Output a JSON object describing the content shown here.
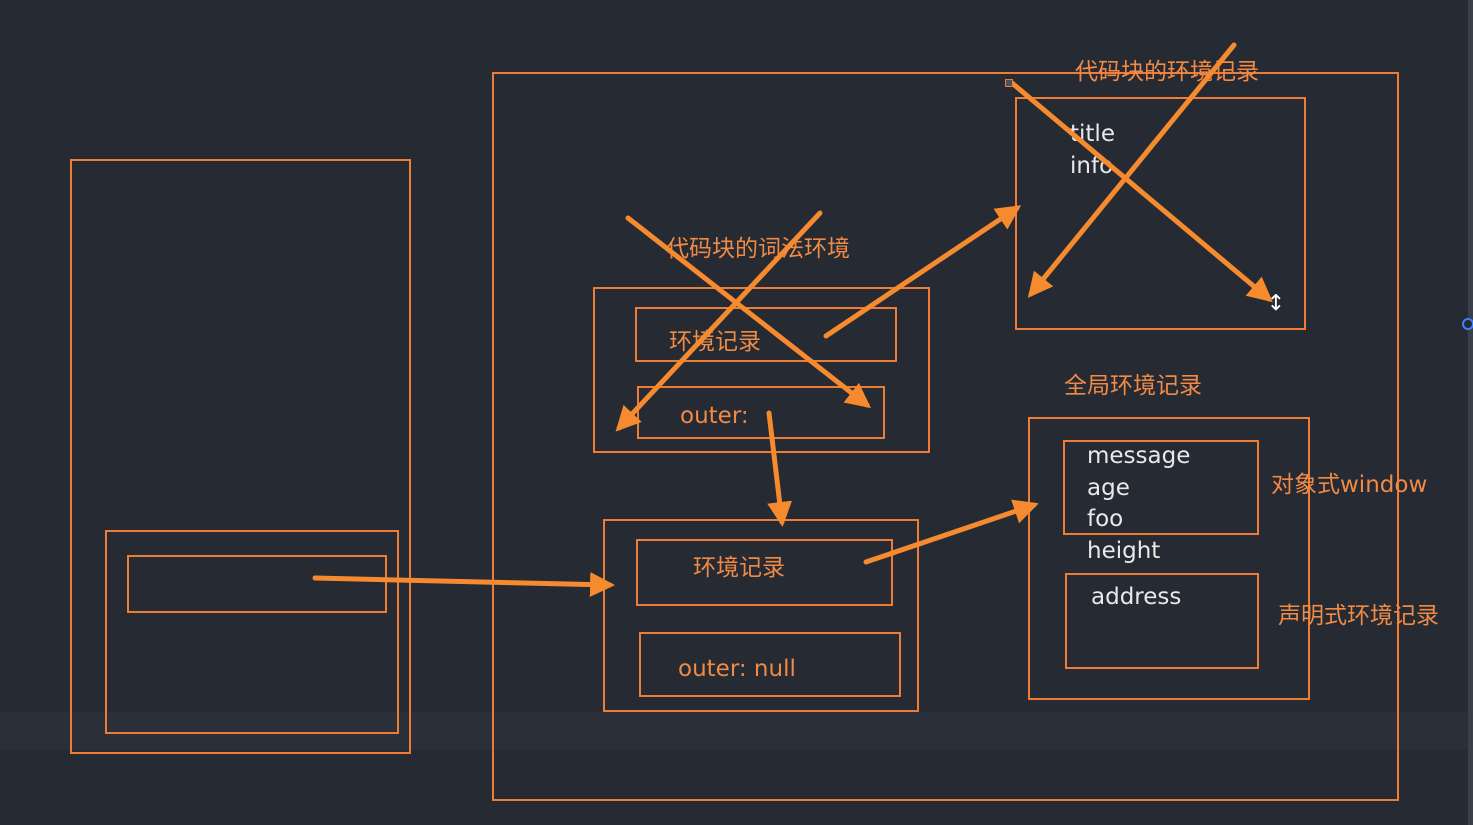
{
  "diagram": {
    "labels": {
      "code_block_env_record": "代码块的环境记录",
      "code_block_lexical_env": "代码块的词法环境",
      "env_record_top": "环境记录",
      "outer_top": "outer:",
      "env_record_bottom": "环境记录",
      "outer_bottom": "outer: null",
      "global_env_record": "全局环境记录",
      "object_window": "对象式window",
      "declarative_env_record": "声明式环境记录"
    },
    "block_record_vars": [
      "title",
      "info"
    ],
    "object_record_vars": [
      "message",
      "age",
      "foo"
    ],
    "global_vars_outside": [
      "height"
    ],
    "declarative_vars": [
      "address"
    ]
  },
  "colors": {
    "background": "#262a33",
    "accent_line": "#ee7c34",
    "arrow": "#f58b2e",
    "label_orange": "#f08a45",
    "label_white": "#e9e9e9"
  },
  "icons": {
    "cursor": "resize-vertical-cursor",
    "selection_knob": "selection-handle-icon"
  }
}
